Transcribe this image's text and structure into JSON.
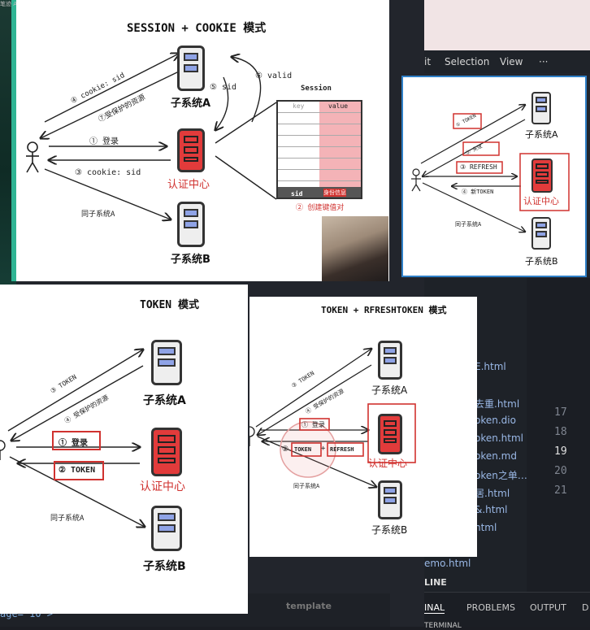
{
  "toolbar": {
    "icons": [
      "select-icon",
      "lasso-icon",
      "circle-icon",
      "search-icon",
      "arrow-icon",
      "line-icon",
      "pen-icon",
      "text-icon",
      "image-icon",
      "eraser-icon"
    ]
  },
  "top_left_text": "笔迹 A/A",
  "session": {
    "title": "SESSION + COOKIE 模式",
    "sys_a": "子系统A",
    "sys_b": "子系统B",
    "auth": "认证中心",
    "login": "① 登录",
    "cookie_sid": "③ cookie: sid",
    "cookie_sid2": "④ cookie: sid",
    "protected": "⑦受保护的资源",
    "sid": "⑤ sid",
    "valid": "⑥ valid",
    "same": "同子系统A",
    "table_title": "Session",
    "col_key": "key",
    "col_value": "value",
    "row_key": "sid",
    "row_value": "身份信息",
    "create": "② 创建键值对"
  },
  "token": {
    "title": "TOKEN 模式",
    "sys_a": "子系统A",
    "sys_b": "子系统B",
    "auth": "认证中心",
    "token3": "③ TOKEN",
    "protected": "④ 受保护的资源",
    "login": "① 登录",
    "token2": "② TOKEN",
    "same": "同子系统A"
  },
  "refresh": {
    "title": "TOKEN + RFRESHTOKEN 模式",
    "sys_a": "子系统A",
    "sys_b": "子系统B",
    "auth": "认证中心",
    "token3": "③ TOKEN",
    "protected": "④ 受保护的资源",
    "login": "① 登录",
    "token_box": "TOKEN",
    "refresh_box": "REFRESH",
    "step2": "②",
    "plus": "+",
    "same": "同子系统A"
  },
  "mini": {
    "sys_a": "子系统A",
    "sys_b": "子系统B",
    "auth": "认证中心",
    "token": "① TOKEN",
    "expired": "② 失效",
    "refresh": "③ REFRESH",
    "newtoken": "④ 新TOKEN",
    "same": "同子系统A"
  },
  "editor": {
    "menu": [
      "it",
      "Selection",
      "View",
      "···"
    ],
    "files": [
      "E.html",
      "去重.html",
      "oken.dio",
      "oken.html",
      "oken.md",
      "oken之单…",
      "居.html",
      "&.html",
      "html"
    ],
    "line_numbers": [
      "17",
      "18",
      "19",
      "20",
      "21"
    ],
    "demo": "emo.html",
    "outline": "LINE",
    "tabs": [
      "INAL",
      "PROBLEMS",
      "OUTPUT",
      "D"
    ],
    "terminal": "TERMINAL"
  },
  "bottom": {
    "template": "template",
    "stage": "age= 10 >"
  }
}
